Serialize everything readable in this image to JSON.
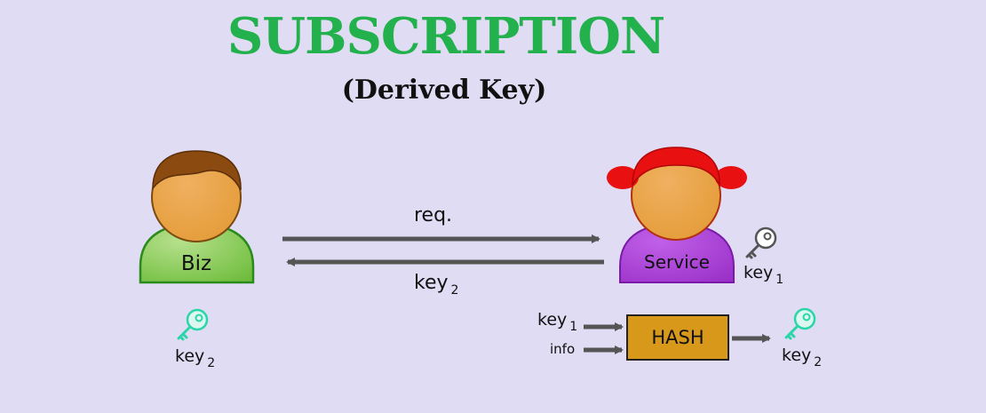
{
  "title": "SUBSCRIPTION",
  "subtitle": "(Derived Key)",
  "biz": {
    "label": "Biz"
  },
  "service": {
    "label": "Service"
  },
  "request_label": "req.",
  "response_label": {
    "text": "key",
    "sub": "2"
  },
  "service_key": {
    "text": "key",
    "sub": "1"
  },
  "biz_key": {
    "text": "key",
    "sub": "2"
  },
  "hash": {
    "box_label": "HASH",
    "input1": {
      "text": "key",
      "sub": "1"
    },
    "input2": "info",
    "output": {
      "text": "key",
      "sub": "2"
    }
  },
  "colors": {
    "background": "#e0dcf4",
    "title": "#22b14c",
    "biz_body": "#7cc84a",
    "service_body": "#a040d0",
    "skin": "#e9a040",
    "biz_hair": "#8b4a10",
    "service_hair": "#e81010",
    "key_icon": "#2ad6a8",
    "hash_box": "#d8991a",
    "arrow": "#555555"
  }
}
